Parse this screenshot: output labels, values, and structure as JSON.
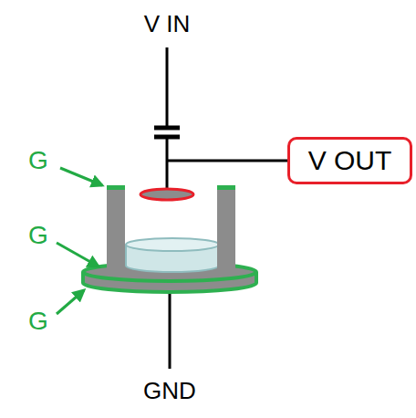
{
  "diagram": {
    "nodes": [
      {
        "text": [
          "V OUT"
        ]
      }
    ],
    "labels": [
      "V IN",
      "G",
      "G",
      "G",
      "GND"
    ]
  }
}
